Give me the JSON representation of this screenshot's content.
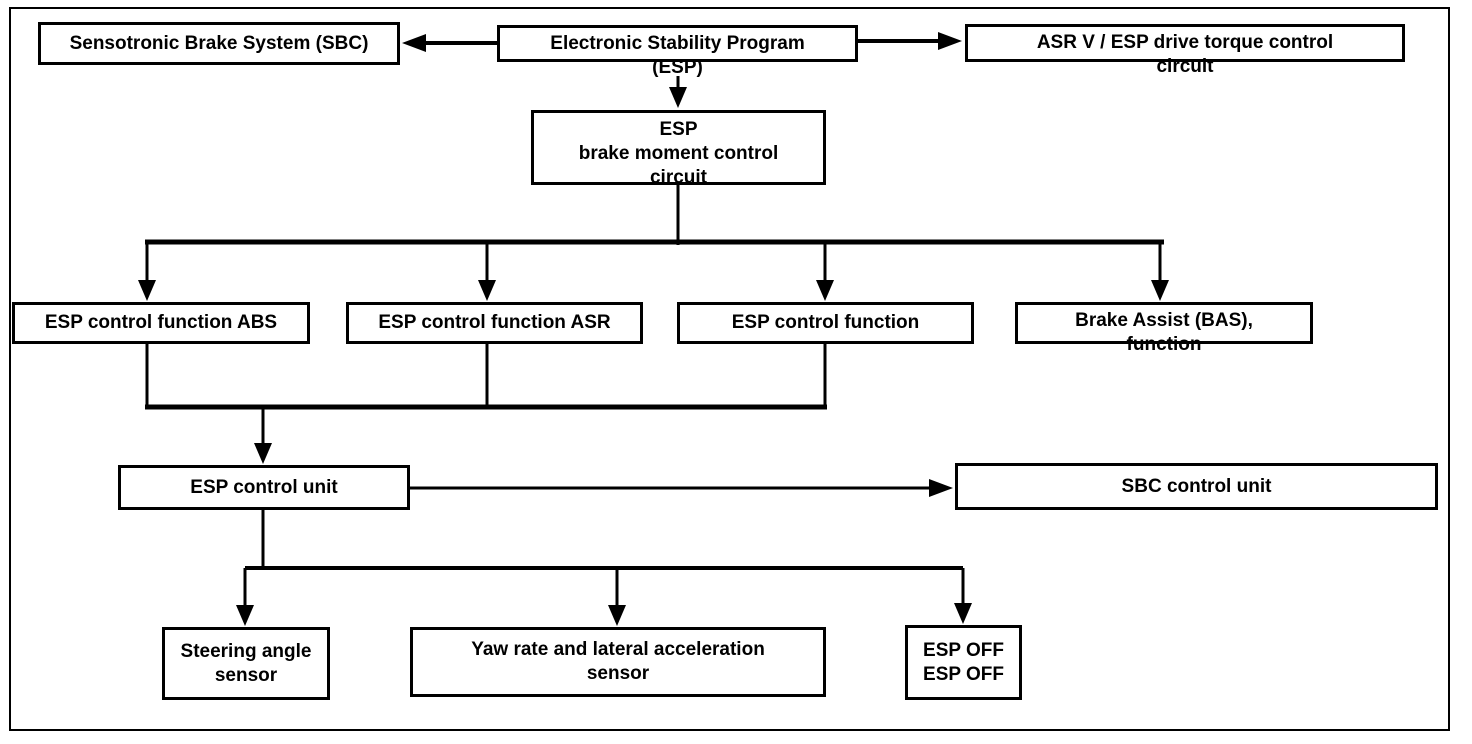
{
  "colors": {
    "line": "#000000",
    "box_background": "#ffffff",
    "page_background": "#ffffff"
  },
  "nodes": {
    "sbc_system": "Sensotronic Brake System (SBC)",
    "esp_program": "Electronic Stability Program\n(ESP)",
    "asr_torque": "ASR V / ESP drive torque control\ncircuit",
    "brake_moment": "ESP\nbrake moment control\ncircuit",
    "fn_abs": "ESP control function ABS",
    "fn_asr": "ESP control function ASR",
    "fn_esp": "ESP control function",
    "fn_bas": "Brake Assist (BAS),\nfunction",
    "esp_unit": "ESP control unit",
    "sbc_unit": "SBC control unit",
    "steering": "Steering angle\nsensor",
    "yaw": "Yaw rate and lateral acceleration\nsensor",
    "esp_off": "ESP OFF\nESP OFF"
  }
}
